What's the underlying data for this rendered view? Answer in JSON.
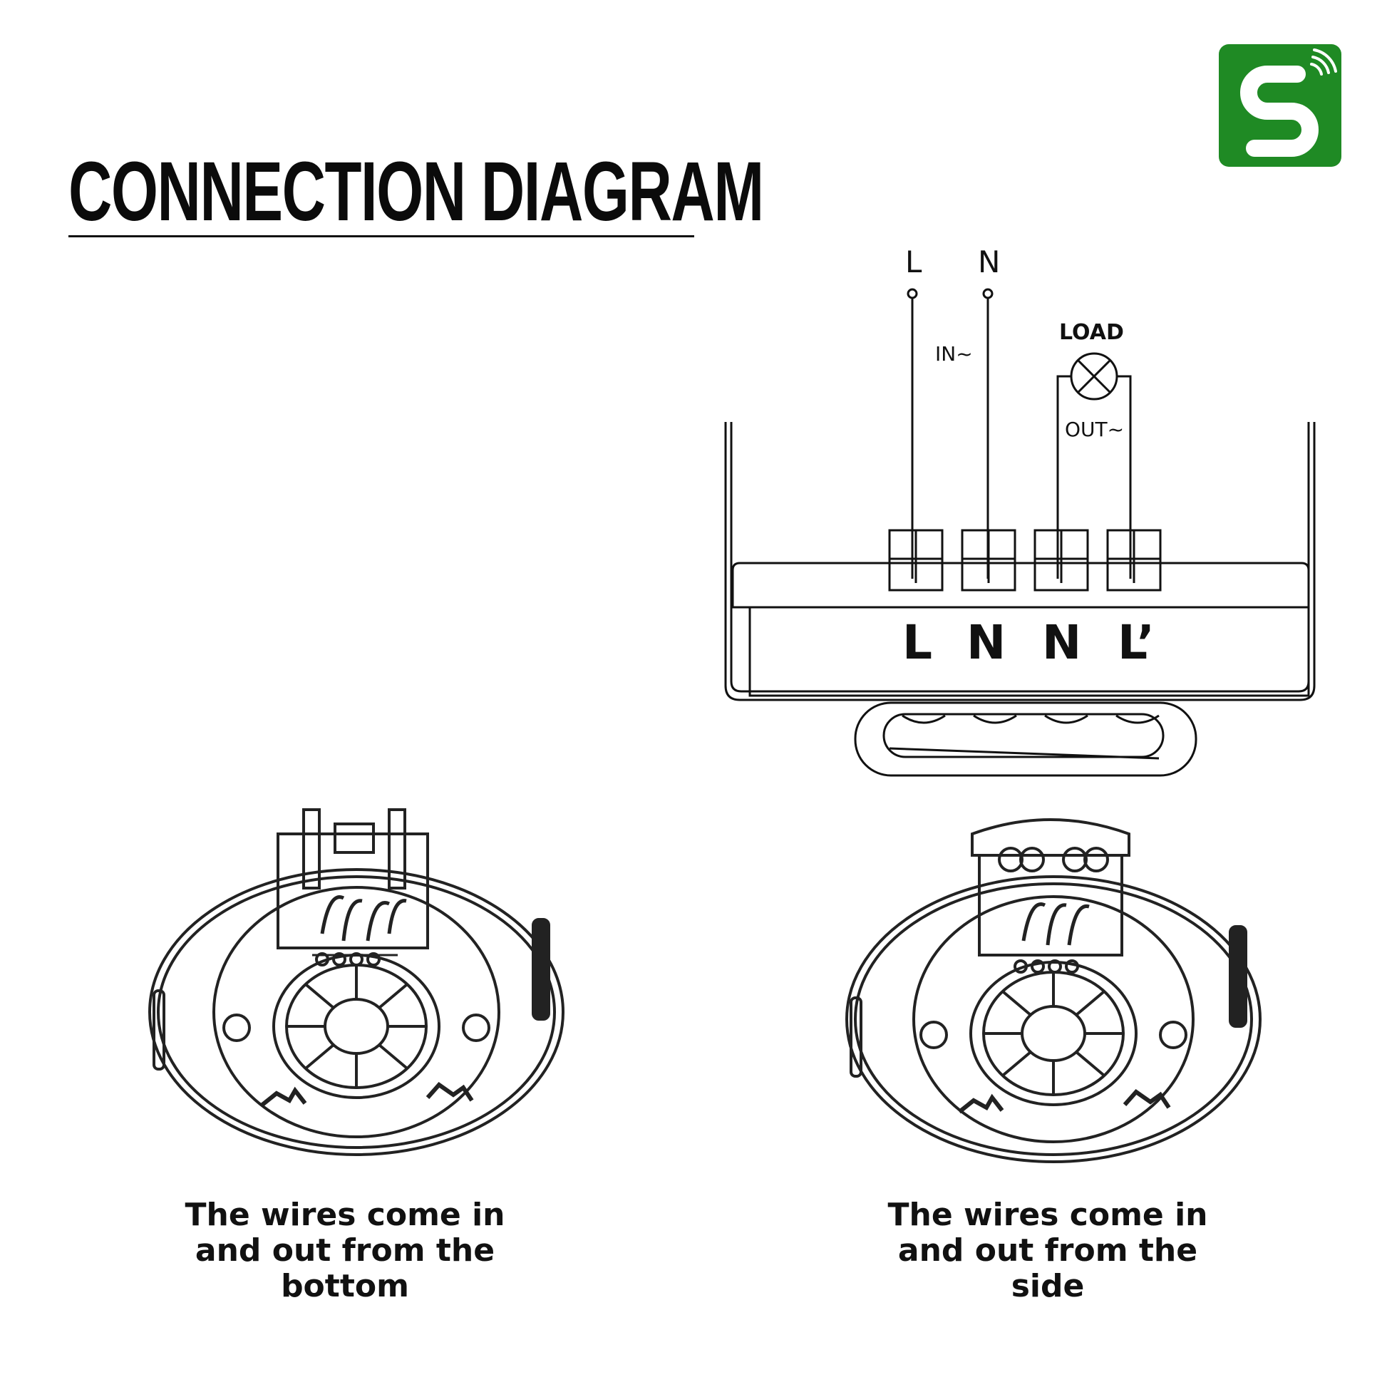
{
  "header": {
    "title": "CONNECTION DIAGRAM"
  },
  "logo": {
    "icon": "brand-s-wifi-icon",
    "color": "#1f8a24"
  },
  "wiring": {
    "top_labels": [
      "L",
      "N"
    ],
    "input_label": "IN~",
    "load_label": "LOAD",
    "output_label": "OUT~",
    "terminal_labels": [
      "L",
      "N",
      "N",
      "L’"
    ]
  },
  "sensors": [
    {
      "icon": "sensor-bottom-entry-icon",
      "caption_lines": [
        "The wires come in",
        "and out from the",
        "bottom"
      ]
    },
    {
      "icon": "sensor-side-entry-icon",
      "caption_lines": [
        "The wires come in",
        "and out from the",
        "side"
      ]
    }
  ]
}
